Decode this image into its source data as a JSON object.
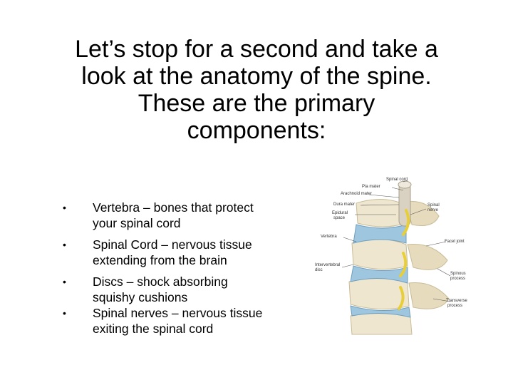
{
  "title": {
    "lines": [
      "Let’s stop for a second and take a",
      "look at the anatomy of the spine.",
      "These are the primary",
      "components:"
    ]
  },
  "bullets": [
    {
      "marker": "•",
      "lines": [
        "Vertebra – bones that protect",
        "your spinal cord"
      ]
    },
    {
      "marker": "•",
      "lines": [
        "Spinal Cord – nervous tissue",
        "extending from the brain"
      ]
    },
    {
      "marker": "•",
      "lines": [
        "Discs – shock absorbing",
        "squishy cushions"
      ]
    },
    {
      "marker": "•",
      "lines": [
        "Spinal nerves – nervous tissue",
        "exiting the spinal cord"
      ]
    }
  ],
  "figure": {
    "labels": {
      "spinal_cord": "Spinal cord",
      "pia_mater": "Pia mater",
      "arachnoid_mater": "Arachnoid mater",
      "dura_mater": "Dura mater",
      "epidural_space_1": "Epidural",
      "epidural_space_2": "space",
      "spinal_nerve_1": "Spinal",
      "spinal_nerve_2": "nerve",
      "vertebra": "Vertebra",
      "facet_joint": "Facet joint",
      "intervertebral_disc_1": "Intervertebral",
      "intervertebral_disc_2": "disc",
      "spinous_process_1": "Spinous",
      "spinous_process_2": "process",
      "transverse_process_1": "Transverse",
      "transverse_process_2": "process"
    },
    "colors": {
      "bone": "#efe6cf",
      "bone_shadow": "#c9bc98",
      "disc": "#9fc6df",
      "nerve": "#e8cf3a",
      "cord": "#d9d2c2"
    }
  }
}
